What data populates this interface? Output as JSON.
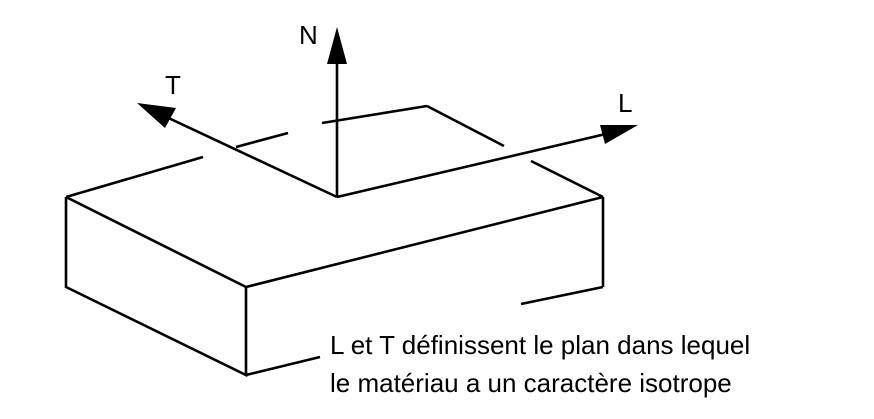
{
  "axes": {
    "normal": "N",
    "transverse": "T",
    "longitudinal": "L"
  },
  "caption": {
    "line1": "L et T définissent le plan dans lequel",
    "line2": "le matériau a un caractère isotrope"
  },
  "colors": {
    "stroke": "#000000",
    "background": "#ffffff"
  }
}
